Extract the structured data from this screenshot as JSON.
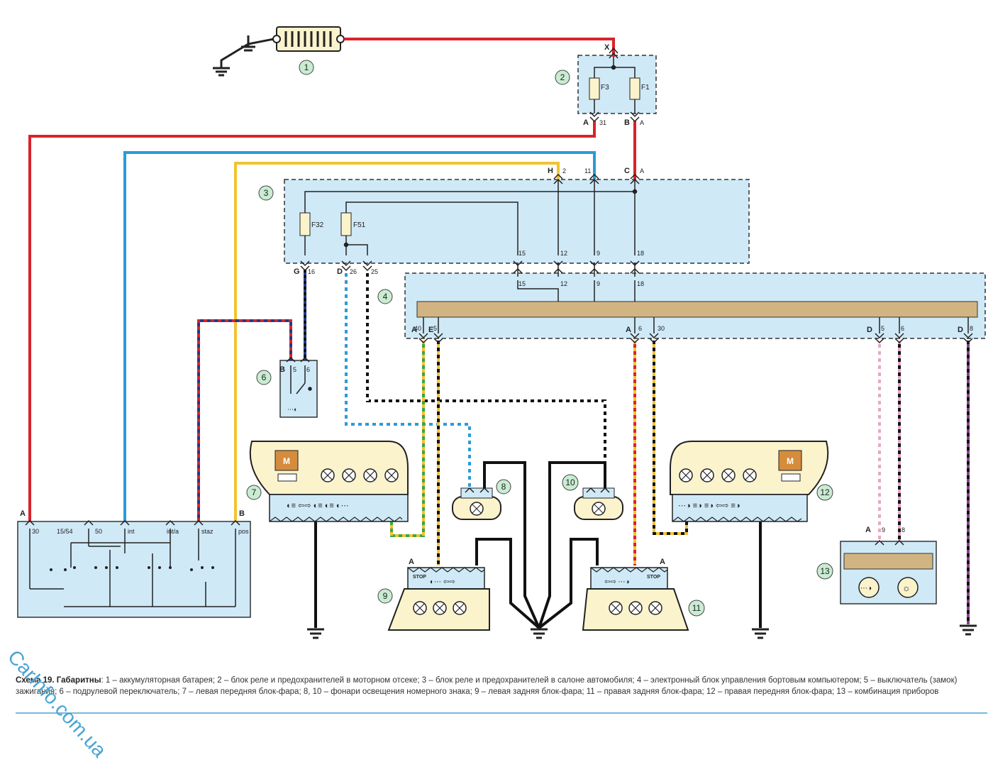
{
  "components": [
    {
      "id": "1",
      "label": "1"
    },
    {
      "id": "2",
      "label": "2"
    },
    {
      "id": "3",
      "label": "3"
    },
    {
      "id": "4",
      "label": "4"
    },
    {
      "id": "6",
      "label": "6"
    },
    {
      "id": "7",
      "label": "7"
    },
    {
      "id": "8",
      "label": "8"
    },
    {
      "id": "9",
      "label": "9"
    },
    {
      "id": "10",
      "label": "10"
    },
    {
      "id": "11",
      "label": "11"
    },
    {
      "id": "12",
      "label": "12"
    },
    {
      "id": "13",
      "label": "13"
    }
  ],
  "fuses": {
    "f3": "F3",
    "f1": "F1",
    "f32": "F32",
    "f51": "F51"
  },
  "pins": {
    "x": "X",
    "a31_letter": "A",
    "a31_num": "31",
    "ba_letter": "B",
    "ba_num": "A",
    "h2_letter": "H",
    "h2_num": "2",
    "n11": "11",
    "ca_letter": "C",
    "ca_num": "A",
    "g16_letter": "G",
    "g16_num": "16",
    "d26_letter": "D",
    "d26_num": "26",
    "n25": "25",
    "n15a": "15",
    "n12a": "12",
    "n9a": "9",
    "n18a": "18",
    "n15b": "15",
    "n12b": "12",
    "n9b": "9",
    "n18b": "18",
    "a40_letter": "A",
    "a40_num": "40",
    "e5_letter": "E",
    "e5_num": "5",
    "a6_letter": "A",
    "a6_num": "6",
    "n30": "30",
    "d5_letter": "D",
    "d5_num": "5",
    "n6d": "6",
    "d8_letter": "D",
    "d8_num": "8",
    "b5_letter": "B",
    "b5_num": "5",
    "b6_num": "6",
    "sw_a": "A",
    "sw_b": "B",
    "sw_30": "30",
    "sw_1554": "15/54",
    "sw_50": "50",
    "sw_int": "int",
    "sw_inta": "int/a",
    "sw_staz": "staz",
    "sw_pos": "pos",
    "c9_letter": "A",
    "c9_num": "9",
    "c8_num": "8",
    "l9_letter": "A",
    "l11_letter": "A"
  },
  "lamp_labels": {
    "motor_left": "M",
    "motor_right": "M",
    "stop_left": "STOP",
    "stop_right": "STOP"
  },
  "caption": {
    "title": "Схема 19. Габаритны",
    "text": ": 1 – аккумуляторная батарея; 2 – блок реле и предохранителей в моторном отсеке; 3 – блок реле и предохранителей в салоне автомобиля; 4 – электронный блок управления бортовым компьютером; 5 – выключатель (замок) зажигания; 6 – подрулевой переключатель; 7 – левая передняя блок-фара; 8, 10 – фонари освещения номерного знака; 9 – левая задняя блок-фара; 11 – правая задняя блок-фара; 12 – правая передняя блок-фара; 13 – комбинация приборов"
  },
  "watermark": "CarInfo.com.ua",
  "colors": {
    "red": "#d8232a",
    "blue": "#2b9bd6",
    "yellow": "#f2c230",
    "box_fill": "#cfe9f7",
    "lamp_fill": "#fbf3cc",
    "ecu_bar": "#d2b483",
    "label_circle": "#c9ecd2"
  }
}
